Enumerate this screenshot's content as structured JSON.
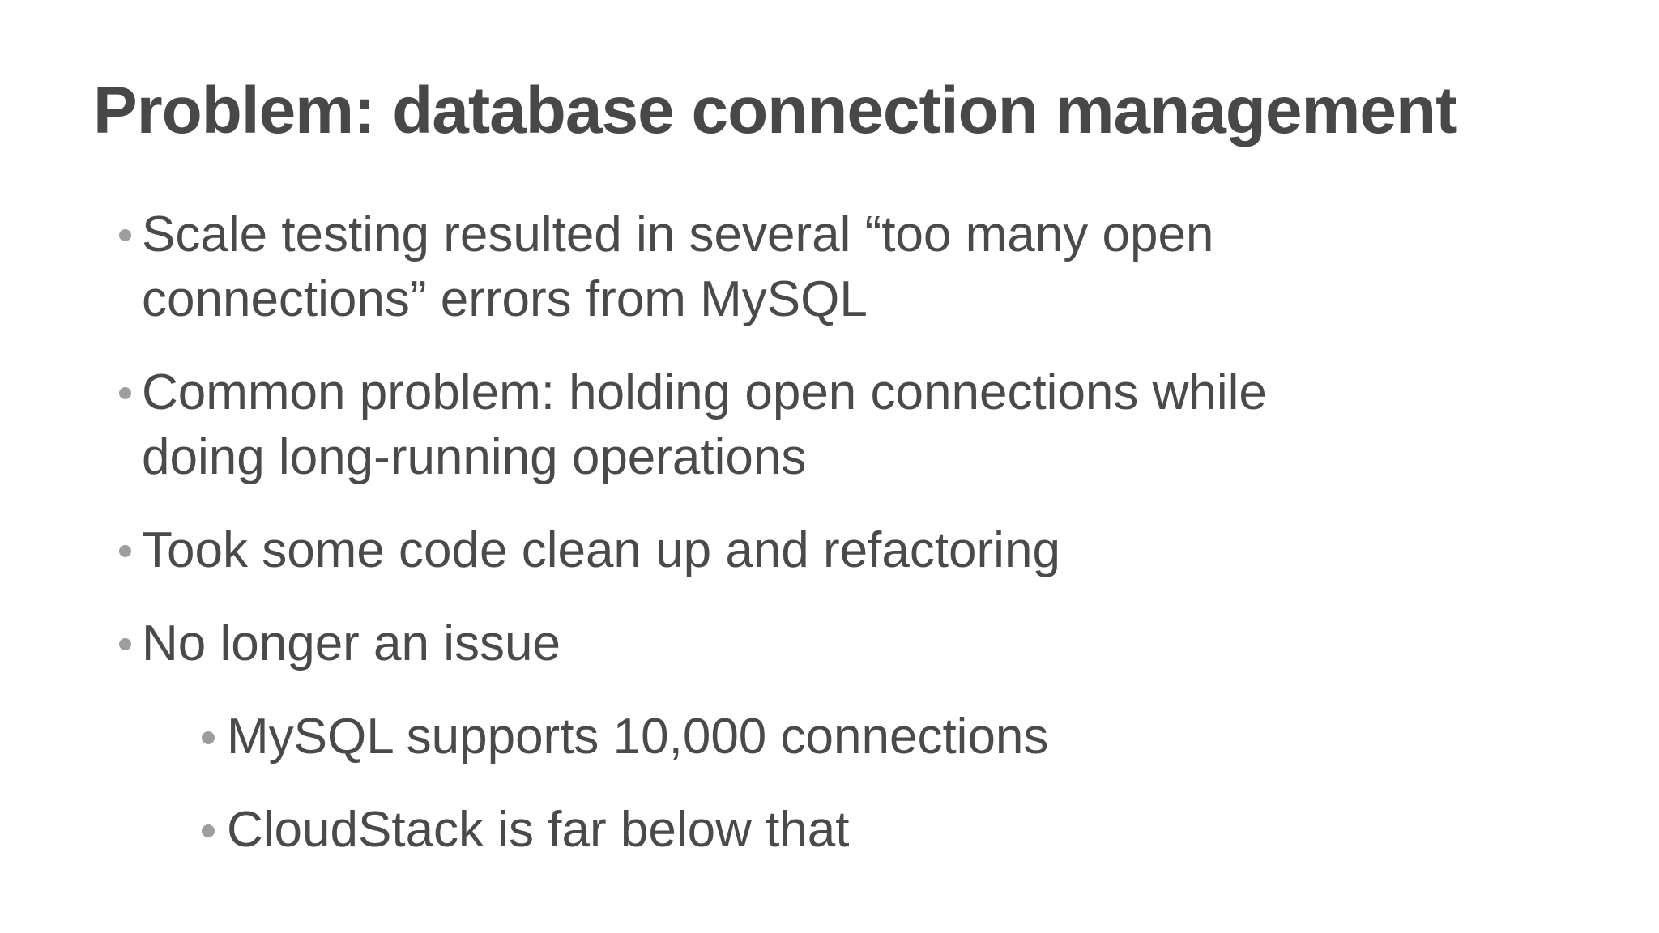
{
  "slide": {
    "title": "Problem: database connection management",
    "bullets": [
      {
        "level": 1,
        "lines": [
          "Scale testing resulted in several “too many open",
          "connections” errors from MySQL"
        ]
      },
      {
        "level": 1,
        "lines": [
          "Common problem: holding open connections while",
          "doing long-running operations"
        ]
      },
      {
        "level": 1,
        "lines": [
          "Took some code clean up and refactoring"
        ]
      },
      {
        "level": 1,
        "lines": [
          "No longer an issue"
        ]
      },
      {
        "level": 2,
        "lines": [
          "MySQL supports 10,000 connections"
        ]
      },
      {
        "level": 2,
        "lines": [
          "CloudStack is far below that"
        ]
      }
    ],
    "colors": {
      "background": "#ffffff",
      "title_text": "#48484a",
      "body_text": "#4a4a4c",
      "bullet_dot": "#9e9e9e"
    }
  }
}
